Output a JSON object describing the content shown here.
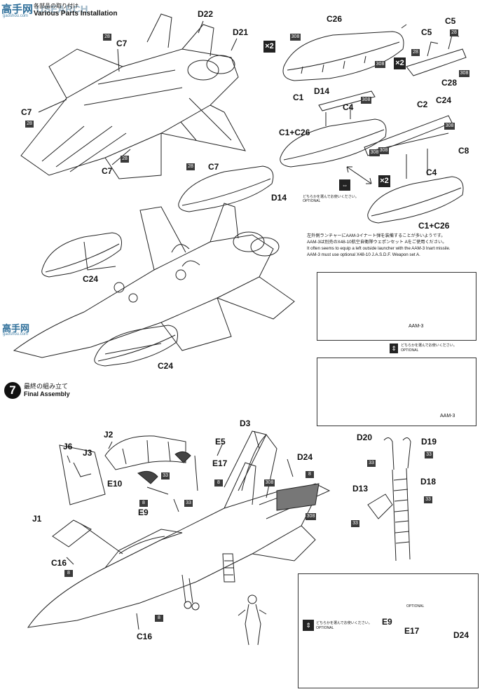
{
  "watermark": {
    "brand": "USEARCH",
    "cn": "高手网",
    "url": "gaoshou.com"
  },
  "step6": {
    "title_jp": "各部品の取り付け",
    "title_en": "Various Parts Installation"
  },
  "step7": {
    "number": "7",
    "title_jp": "最終の組み立て",
    "title_en": "Final Assembly"
  },
  "multipliers": {
    "a": "×2",
    "b": "×2",
    "c": "×2"
  },
  "parts": {
    "d22": "D22",
    "d21": "D21",
    "c26": "C26",
    "c5a": "C5",
    "c5b": "C5",
    "c7a": "C7",
    "c7b": "C7",
    "c7c": "C7",
    "c7d": "C7",
    "c1": "C1",
    "d14a": "D14",
    "c4a": "C4",
    "c2": "C2",
    "c24a": "C24",
    "c28": "C28",
    "c8": "C8",
    "c1c26a": "C1+C26",
    "c4b": "C4",
    "c1c26b": "C1+C26",
    "d14b": "D14",
    "c24b": "C24",
    "c24c": "C24",
    "j2": "J2",
    "j6": "J6",
    "j3": "J3",
    "e5": "E5",
    "d3": "D3",
    "e17a": "E17",
    "d24a": "D24",
    "e10": "E10",
    "e9a": "E9",
    "j1": "J1",
    "c16a": "C16",
    "c16b": "C16",
    "d20": "D20",
    "d19": "D19",
    "d18": "D18",
    "d13": "D13",
    "e9b": "E9",
    "e17b": "E17",
    "d24b": "D24"
  },
  "colors": {
    "c308a": "308",
    "c28a": "28",
    "c28b": "28",
    "c28c": "28",
    "c28d": "28",
    "c28e": "28",
    "c308b": "308",
    "c308c": "308",
    "c308d": "308",
    "c308e": "308",
    "c308f": "308",
    "c308g": "308",
    "c28f": "28",
    "c308h": "308",
    "c33a": "33",
    "c8a": "8",
    "c8b": "8",
    "c33b": "33",
    "c308i": "308",
    "c308j": "308",
    "c8c": "8",
    "c8d": "8",
    "c33c": "33",
    "c33d": "33",
    "c33e": "33",
    "c33f": "33"
  },
  "optional": {
    "jp": "どちらかを選んでお使いください。",
    "en": "OPTIONAL"
  },
  "aam3_note": {
    "line1": "左外側ランチャーにAAM-3イナート弾を装備することが多いようです。",
    "line2": "AAM-3は別売のX48-10航空自衛隊ウェポンセット Aをご使用ください。",
    "line3": "It often seems to equip a left outside launcher with the AAM-3 Inart missile.",
    "line4": "AAM-3 must use optional X48-10 J.A.S.D.F. Weapon set A."
  },
  "aam3_labels": {
    "top": "AAM-3",
    "bottom": "AAM-3"
  }
}
